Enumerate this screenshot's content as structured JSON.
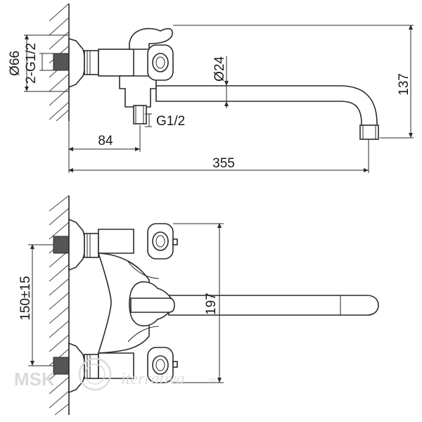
{
  "dimensions": {
    "flange_diameter": "Ø66",
    "inlet_thread": "2-G1/2",
    "spout_diameter": "Ø24",
    "height": "137",
    "outlet_thread": "G1/2",
    "outlet_offset": "84",
    "spout_length": "355",
    "inlet_spacing": "150±15",
    "body_height": "197"
  },
  "watermark": {
    "brand": "MSK",
    "script": "iterrativa",
    "suffix": ".ru"
  },
  "colors": {
    "line": "#2a2a2a",
    "watermark": "#d6d6d6"
  }
}
